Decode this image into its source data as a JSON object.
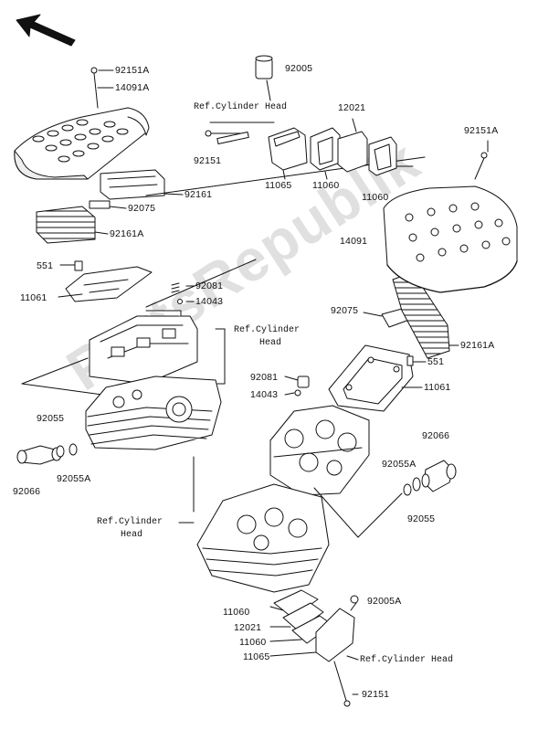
{
  "watermark": "PartsRepublik",
  "ref_labels": {
    "top": "Ref.Cylinder Head",
    "mid_line1": "Ref.Cylinder",
    "mid_line2": "Head",
    "left_line1": "Ref.Cylinder",
    "left_line2": "Head",
    "bottom": "Ref.Cylinder Head"
  },
  "part_labels": {
    "p92151A_top": "92151A",
    "p14091A": "14091A",
    "p92005": "92005",
    "p12021_top": "12021",
    "p92151A_right": "92151A",
    "p92151_top": "92151",
    "p11065_top": "11065",
    "p11060_top_a": "11060",
    "p11060_top_b": "11060",
    "p92161": "92161",
    "p92075_left": "92075",
    "p92161A_left": "92161A",
    "p14091": "14091",
    "p551_left": "551",
    "p11061_left": "11061",
    "p92081_top": "92081",
    "p14043_top": "14043",
    "p92075_right": "92075",
    "p92161A_right": "92161A",
    "p551_right": "551",
    "p92081_mid": "92081",
    "p14043_mid": "14043",
    "p11061_right": "11061",
    "p92055_left": "92055",
    "p92055A_left": "92055A",
    "p92066_left": "92066",
    "p92066_right": "92066",
    "p92055A_right": "92055A",
    "p92055_right": "92055",
    "p11060_bot_a": "11060",
    "p12021_bot": "12021",
    "p11060_bot_b": "11060",
    "p11065_bot": "11065",
    "p92005A": "92005A",
    "p92151_bot": "92151"
  }
}
